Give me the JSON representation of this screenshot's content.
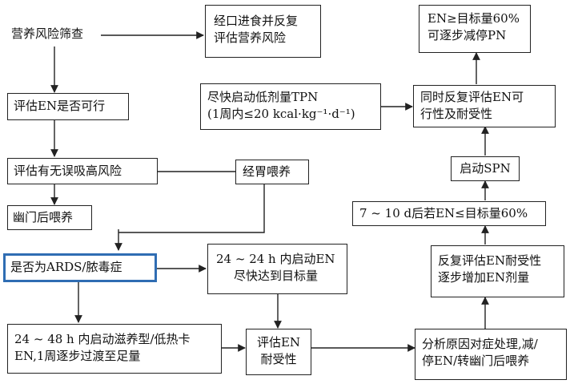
{
  "nodes": {
    "screen": {
      "l1": "营养风险筛查"
    },
    "assess_en": {
      "l1": "评估EN是否可行"
    },
    "aspiration": {
      "l1": "评估有无误吸高风险"
    },
    "post_pyloric": {
      "l1": "幽门后喂养"
    },
    "ards": {
      "l1": "是否为ARDS/脓毒症"
    },
    "low_cal": {
      "l1": "24 ~ 48 h 内启动滋养型/低热卡",
      "l2": "EN,1周逐步过渡至足量"
    },
    "oral": {
      "l1": "经口进食并反复",
      "l2": "评估营养风险"
    },
    "tpn": {
      "l1": "尽快启动低剂量TPN",
      "l2": "(1周内≤20 kcal·kg⁻¹·d⁻¹)"
    },
    "gastric": {
      "l1": "经胃喂养"
    },
    "start_en": {
      "l1": "24 ~ 24 h 内启动EN",
      "l2": "尽快达到目标量"
    },
    "tolerance": {
      "l1": "评估EN",
      "l2": "耐受性"
    },
    "stop_pn": {
      "l1": "EN≥目标量60%",
      "l2": "可逐步减停PN"
    },
    "reassess": {
      "l1": "同时反复评估EN可",
      "l2": "行性及耐受性"
    },
    "spn": {
      "l1": "启动SPN"
    },
    "days_check": {
      "l1": "7 ~ 10 d后若EN≤目标量60%"
    },
    "increase": {
      "l1": "反复评估EN耐受性",
      "l2": "逐步增加EN剂量"
    },
    "analyze": {
      "l1": "分析原因对症处理,减/",
      "l2": "停EN/转幽门后喂养"
    }
  },
  "colors": {
    "line": "#222222",
    "highlight": "#2f6db3"
  }
}
